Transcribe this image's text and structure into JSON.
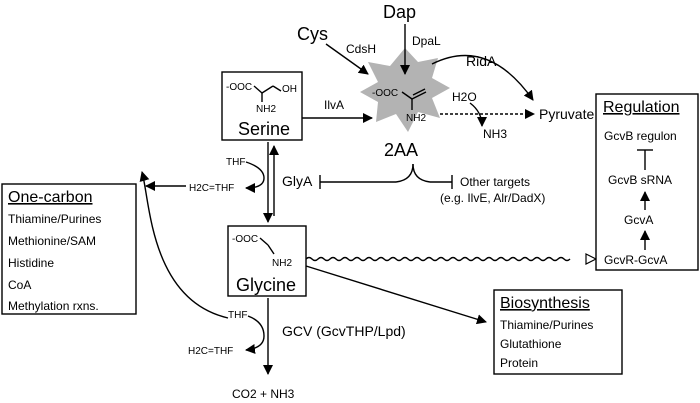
{
  "metabolites": {
    "dap": "Dap",
    "cys": "Cys",
    "serine": "Serine",
    "glycine": "Glycine",
    "aa2": "2AA",
    "pyruvate": "Pyruvate",
    "h2o": "H2O",
    "nh3": "NH3",
    "co2_nh3": "CO2 + NH3"
  },
  "enzymes": {
    "cdsh": "CdsH",
    "dpal": "DpaL",
    "rida": "RidA",
    "ilva": "IlvA",
    "glya": "GlyA",
    "gcv": "GCV (GcvTHP/Lpd)"
  },
  "cofactors": {
    "thf_top": "THF",
    "ch2thf_top": "H2C=THF",
    "thf_bottom": "THF",
    "ch2thf_bottom": "H2C=THF"
  },
  "structures": {
    "serine_coo": "-OOC",
    "serine_oh": "OH",
    "serine_nh2": "NH2",
    "aa2_coo": "-OOC",
    "aa2_nh2": "NH2",
    "glycine_coo": "-OOC",
    "glycine_nh2": "NH2"
  },
  "other_targets": {
    "line1": "Other targets",
    "line2": "(e.g. IlvE, Alr/DadX)"
  },
  "one_carbon": {
    "title": "One-carbon",
    "items": [
      "Thiamine/Purines",
      "Methionine/SAM",
      "Histidine",
      "CoA",
      "Methylation rxns."
    ]
  },
  "biosynthesis": {
    "title": "Biosynthesis",
    "items": [
      "Thiamine/Purines",
      "Glutathione",
      "Protein"
    ]
  },
  "regulation": {
    "title": "Regulation",
    "items": [
      "GcvB regulon",
      "GcvB sRNA",
      "GcvA",
      "GcvR-GcvA"
    ]
  },
  "colors": {
    "burst_fill": "#b3b3b3",
    "ink": "#000000"
  }
}
